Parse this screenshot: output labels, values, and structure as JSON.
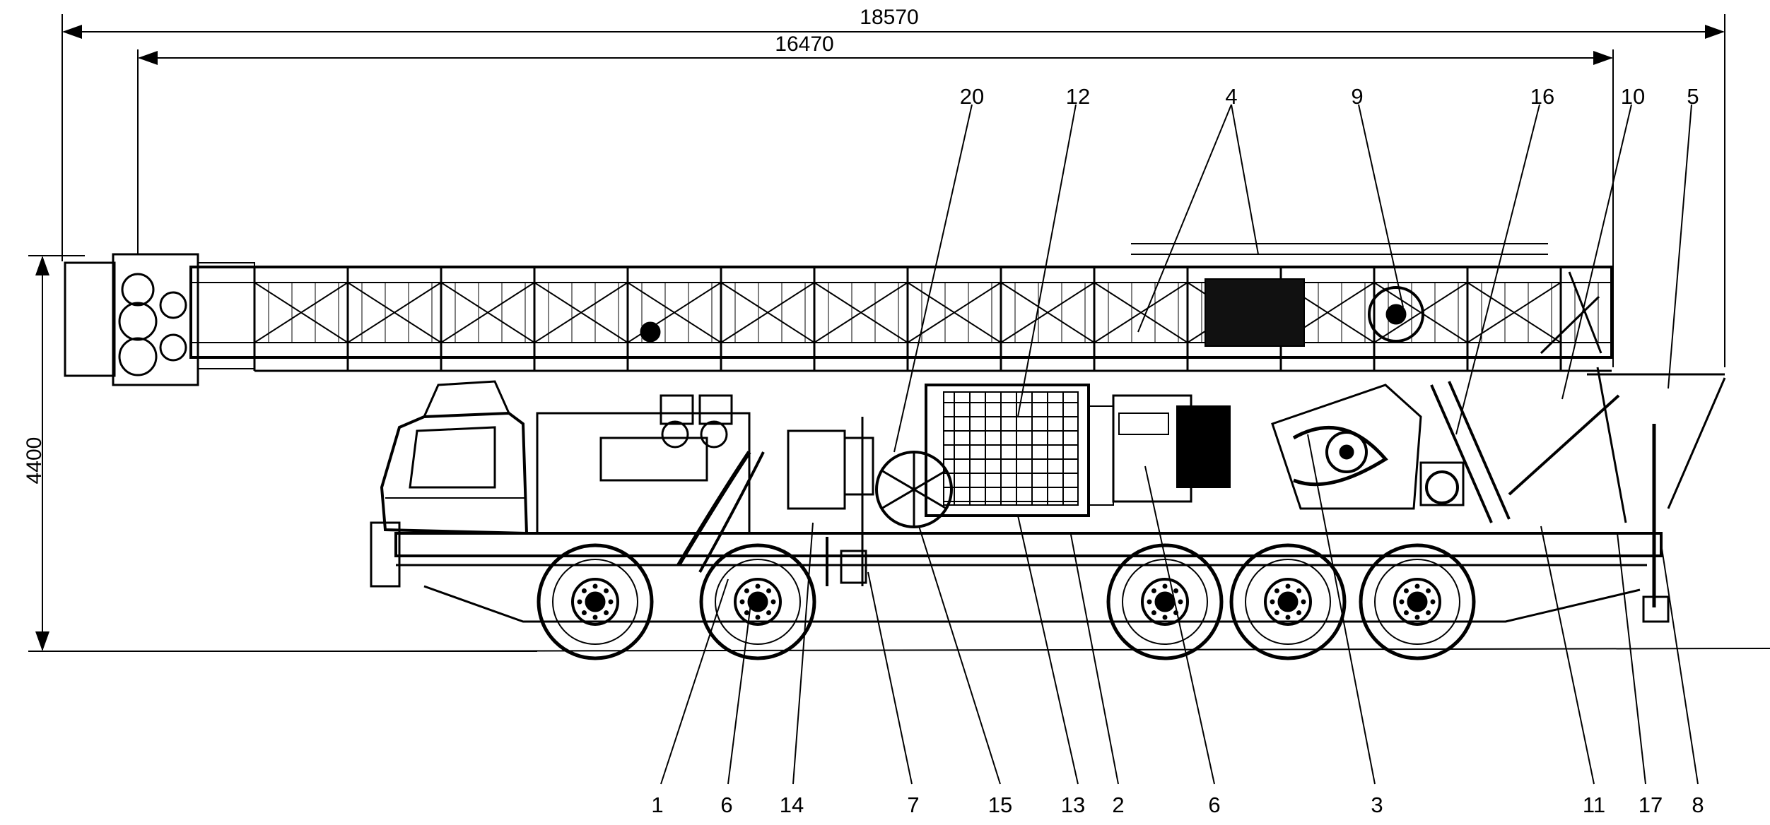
{
  "dimensions": {
    "overall_length": "18570",
    "mast_length": "16470",
    "height": "4400"
  },
  "top_callouts": [
    "20",
    "12",
    "4",
    "9",
    "16",
    "10",
    "5"
  ],
  "bottom_callouts": [
    "1",
    "6",
    "14",
    "7",
    "15",
    "13",
    "2",
    "6",
    "3",
    "11",
    "17",
    "8"
  ]
}
